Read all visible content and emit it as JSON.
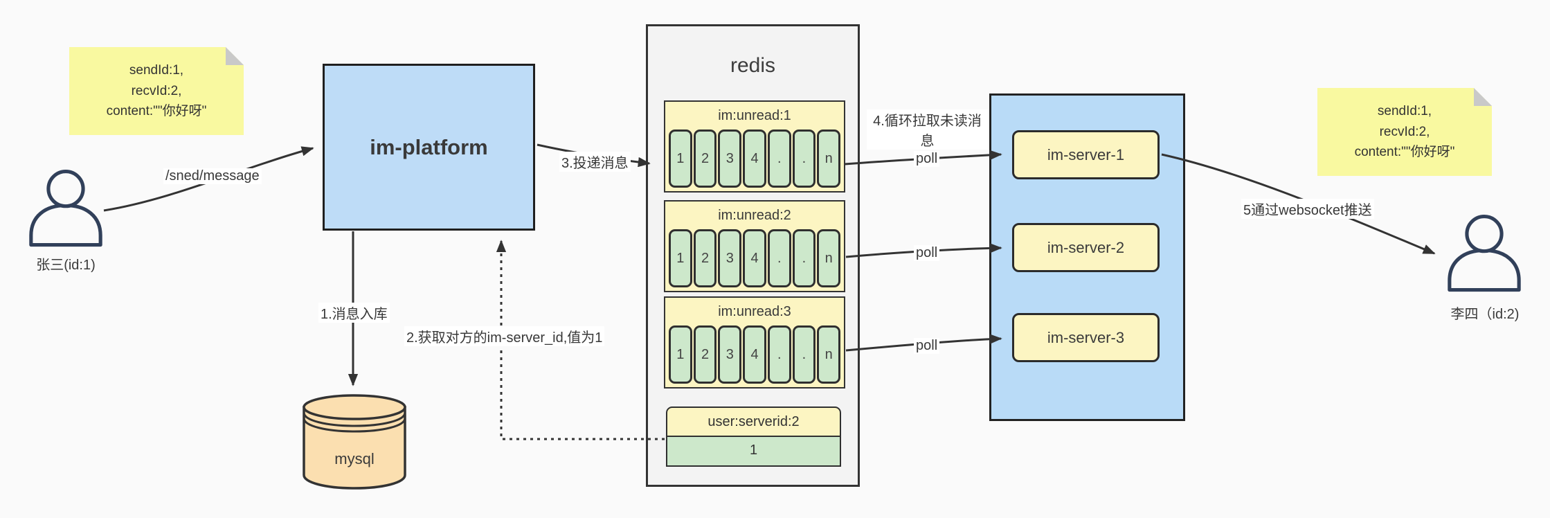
{
  "notes": {
    "left": {
      "lines": [
        "sendId:1,",
        "recvId:2,",
        "content:\"\"你好呀\""
      ]
    },
    "right": {
      "lines": [
        "sendId:1,",
        "recvId:2,",
        "content:\"\"你好呀\""
      ]
    }
  },
  "actors": {
    "sender": {
      "label": "张三(id:1)"
    },
    "receiver": {
      "label": "李四（id:2)"
    }
  },
  "platform": {
    "label": "im-platform"
  },
  "database": {
    "label": "mysql"
  },
  "redis": {
    "title": "redis",
    "queues": [
      {
        "title": "im:unread:1",
        "cells": [
          "1",
          "2",
          "3",
          "4",
          ".",
          ".",
          "n"
        ]
      },
      {
        "title": "im:unread:2",
        "cells": [
          "1",
          "2",
          "3",
          "4",
          ".",
          ".",
          "n"
        ]
      },
      {
        "title": "im:unread:3",
        "cells": [
          "1",
          "2",
          "3",
          "4",
          ".",
          ".",
          "n"
        ]
      }
    ],
    "mapping": {
      "title": "user:serverid:2",
      "value": "1"
    }
  },
  "cluster": {
    "servers": [
      {
        "label": "im-server-1"
      },
      {
        "label": "im-server-2"
      },
      {
        "label": "im-server-3"
      }
    ]
  },
  "labels": {
    "send_api": "/sned/message",
    "step1": "1.消息入库",
    "step2": "2.获取对方的im-server_id,值为1",
    "step3": "3.投递消息",
    "step4": "4.循环拉取未读消息",
    "poll": "poll",
    "step5": "5通过websocket推送"
  },
  "colors": {
    "page-bg": "#fafafa",
    "note-yellow": "#f9f9a0",
    "note-fold": "#c9c9c9",
    "platform-blue": "#bedcf7",
    "cluster-blue": "#b9dbf7",
    "db-orange": "#fbdfb0",
    "panel-gray": "#f3f3f3",
    "block-yellow": "#fcf5c2",
    "cell-green": "#cde8cb",
    "line-dark": "#333333",
    "person-navy": "#31405a"
  }
}
